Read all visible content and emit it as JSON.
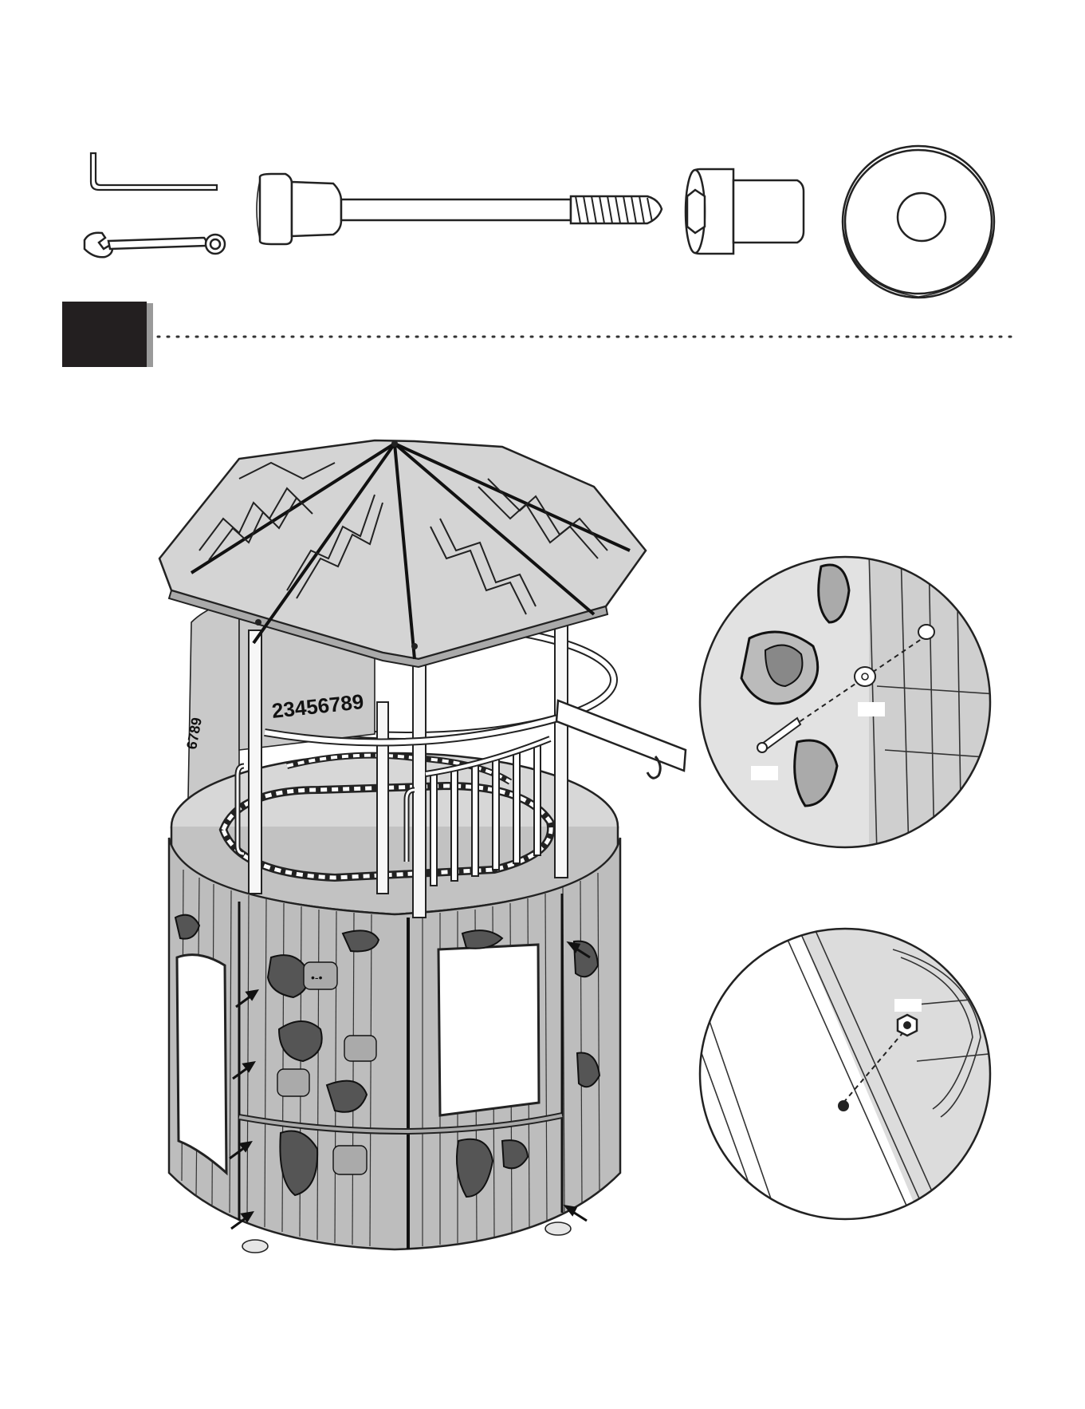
{
  "step": {
    "label": ""
  },
  "hardware": [
    {
      "name": "hex-key-icon"
    },
    {
      "name": "wrench-icon"
    },
    {
      "name": "long-bolt-icon"
    },
    {
      "name": "barrel-nut-icon"
    },
    {
      "name": "washer-icon"
    }
  ],
  "playhouse": {
    "roof_number_strip": "23456789",
    "side_number_strip": "6789"
  },
  "detail_callouts": [
    {
      "name": "bolt-washer-detail",
      "labels": [
        "",
        ""
      ]
    },
    {
      "name": "nut-detail",
      "labels": [
        ""
      ]
    }
  ],
  "colors": {
    "ink": "#222222",
    "step_badge": "#231f20",
    "panel_gray": "#c9c9c9"
  }
}
